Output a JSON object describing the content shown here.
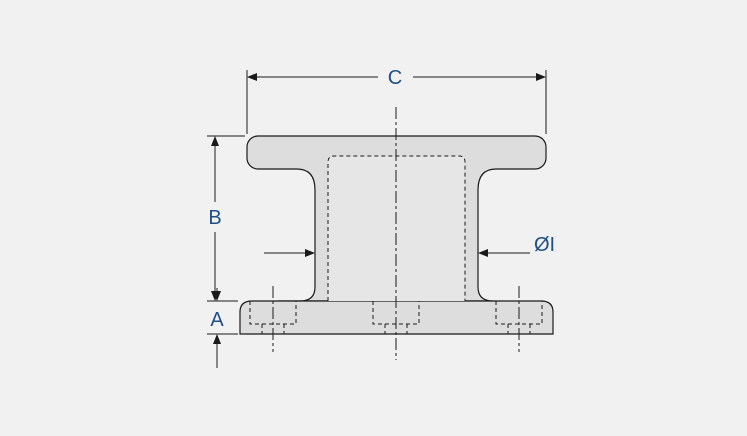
{
  "dimensions": {
    "a": "A",
    "b": "B",
    "c": "C",
    "i": "ØI"
  },
  "colors": {
    "background": "#f1f1f1",
    "part_fill": "#dddddd",
    "bore_fill": "#e6e6e6",
    "line": "#1a1a1a",
    "label": "#1f4f86"
  }
}
